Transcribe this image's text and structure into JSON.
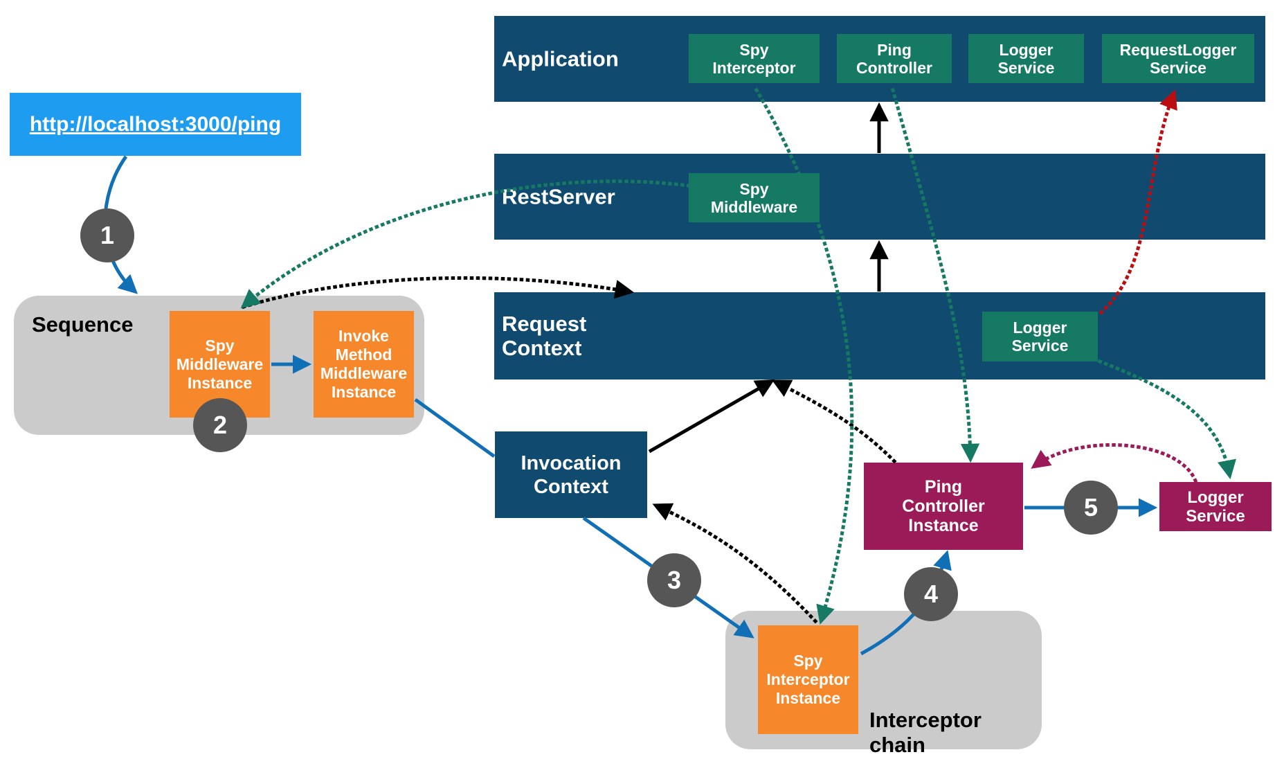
{
  "colors": {
    "navy": "#114A6F",
    "teal": "#167963",
    "orange": "#F6882B",
    "magenta": "#9B1B59",
    "red_arrow": "#BB0E10",
    "blue_link_box": "#1E9CF0",
    "blue_arrow": "#1170B5",
    "gray_container": "#CBCBCB",
    "badge_gray": "#565656"
  },
  "url_box": {
    "label": "http://localhost:3000/ping"
  },
  "layers": {
    "application": {
      "label": "Application",
      "services": [
        {
          "label": "Spy\nInterceptor"
        },
        {
          "label": "Ping\nController"
        },
        {
          "label": "Logger\nService"
        },
        {
          "label": "RequestLogger\nService"
        }
      ]
    },
    "rest_server": {
      "label": "RestServer",
      "services": [
        {
          "label": "Spy\nMiddleware"
        }
      ]
    },
    "request_context": {
      "label": "Request\nContext",
      "services": [
        {
          "label": "Logger\nService"
        }
      ]
    }
  },
  "sequence": {
    "label": "Sequence",
    "middlewares": [
      {
        "label": "Spy\nMiddleware\nInstance"
      },
      {
        "label": "Invoke\nMethod\nMiddleware\nInstance"
      }
    ]
  },
  "invocation_context": {
    "label": "Invocation\nContext"
  },
  "interceptor_chain": {
    "label": "Interceptor chain",
    "interceptors": [
      {
        "label": "Spy\nInterceptor\nInstance"
      }
    ]
  },
  "instances": {
    "ping_controller": {
      "label": "Ping\nController\nInstance"
    },
    "logger_service": {
      "label": "Logger\nService"
    }
  },
  "steps": [
    "1",
    "2",
    "3",
    "4",
    "5"
  ]
}
